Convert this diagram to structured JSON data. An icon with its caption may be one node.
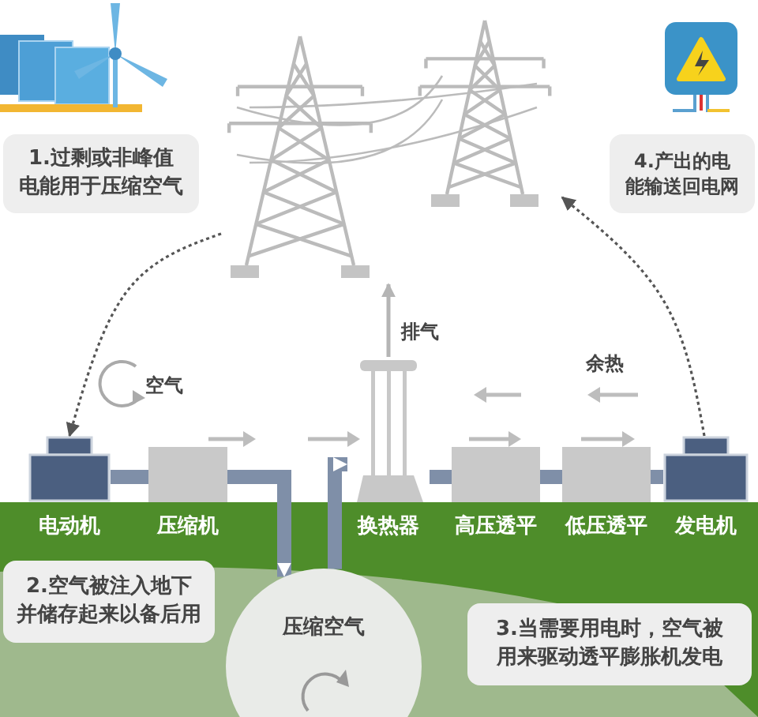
{
  "diagram": {
    "nodes": [
      {
        "text": [
          "1.过剩或非峰值电能用于压缩空气"
        ]
      },
      {
        "text": [],
        "shape": "picture"
      },
      {
        "text": [
          "4.产出的电能输送回电网"
        ]
      },
      {
        "text": [
          "电动机"
        ]
      },
      {
        "text": [
          "压缩机"
        ]
      },
      {
        "text": [
          "换热器"
        ]
      },
      {
        "text": [
          "高压透平"
        ]
      },
      {
        "text": [
          "低压透平"
        ]
      },
      {
        "text": [
          "发电机"
        ]
      },
      {
        "text": [
          "2.空气被注入地下并储存起来以备后用"
        ]
      },
      {
        "text": [
          "压缩空气"
        ]
      },
      {
        "text": [
          "3.当需要用电时，空气被用来驱动透平膨胀机发电"
        ]
      }
    ],
    "edges": [
      {
        "from": 1,
        "to": 3,
        "arrow": "to",
        "style": "dashed",
        "color": "#555555"
      },
      {
        "from": 3,
        "to": 4,
        "arrow": "none"
      },
      {
        "from": 4,
        "to": 10,
        "arrow": "to"
      },
      {
        "from": 10,
        "to": 5,
        "arrow": "to"
      },
      {
        "from": 5,
        "to": 1,
        "arrow": "to",
        "label": "排气",
        "color": "#b5b5b5"
      },
      {
        "from": 5,
        "to": 6,
        "arrow": "none"
      },
      {
        "from": 6,
        "to": 7,
        "arrow": "none"
      },
      {
        "from": 7,
        "to": 8,
        "arrow": "none"
      },
      {
        "from": 8,
        "to": 1,
        "arrow": "to",
        "style": "dashed",
        "color": "#555555"
      }
    ],
    "labels": [
      "空气",
      "余热"
    ]
  }
}
